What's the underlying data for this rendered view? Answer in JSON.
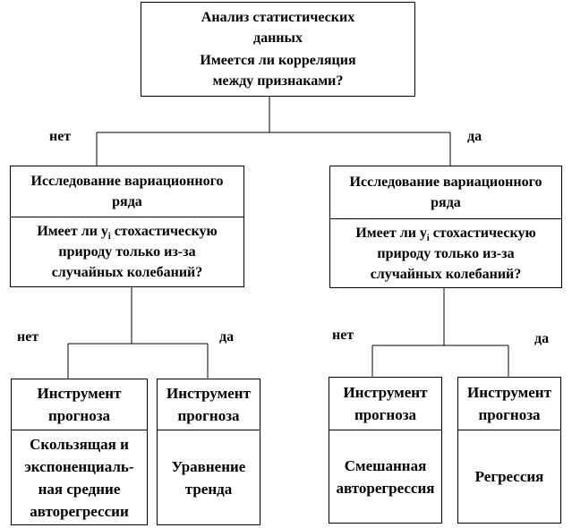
{
  "root": {
    "title": "Анализ статистических\nданных",
    "question": "Имеется ли корреляция\nмежду признаками?"
  },
  "branch_labels": {
    "top_no": "нет",
    "top_yes": "да",
    "left_no": "нет",
    "left_yes": "да",
    "right_no": "нет",
    "right_yes": "да"
  },
  "left_node": {
    "title": "Исследование вариационного\nряда",
    "question_pre": "Имеет ли y",
    "question_sub": "i",
    "question_post": " стохастическую\nприроду только из-за\nслучайных колебаний?"
  },
  "right_node": {
    "title": "Исследование вариационного\nряда",
    "question_pre": "Имеет ли y",
    "question_sub": "i",
    "question_post": " стохастическую\nприроду только из-за\nслучайных колебаний?"
  },
  "leaves": [
    {
      "header": "Инструмент\nпрогноза",
      "body": "Скользящая и\nэкспоненциаль-\nная средние\nавторегрессии"
    },
    {
      "header": "Инструмент\nпрогноза",
      "body": "Уравнение\nтренда"
    },
    {
      "header": "Инструмент\nпрогноза",
      "body": "Смешанная\nавторегрессия"
    },
    {
      "header": "Инструмент\nпрогноза",
      "body": "Регрессия"
    }
  ],
  "colors": {
    "line": "#000000",
    "background": "#ffffff",
    "text": "#000000"
  }
}
